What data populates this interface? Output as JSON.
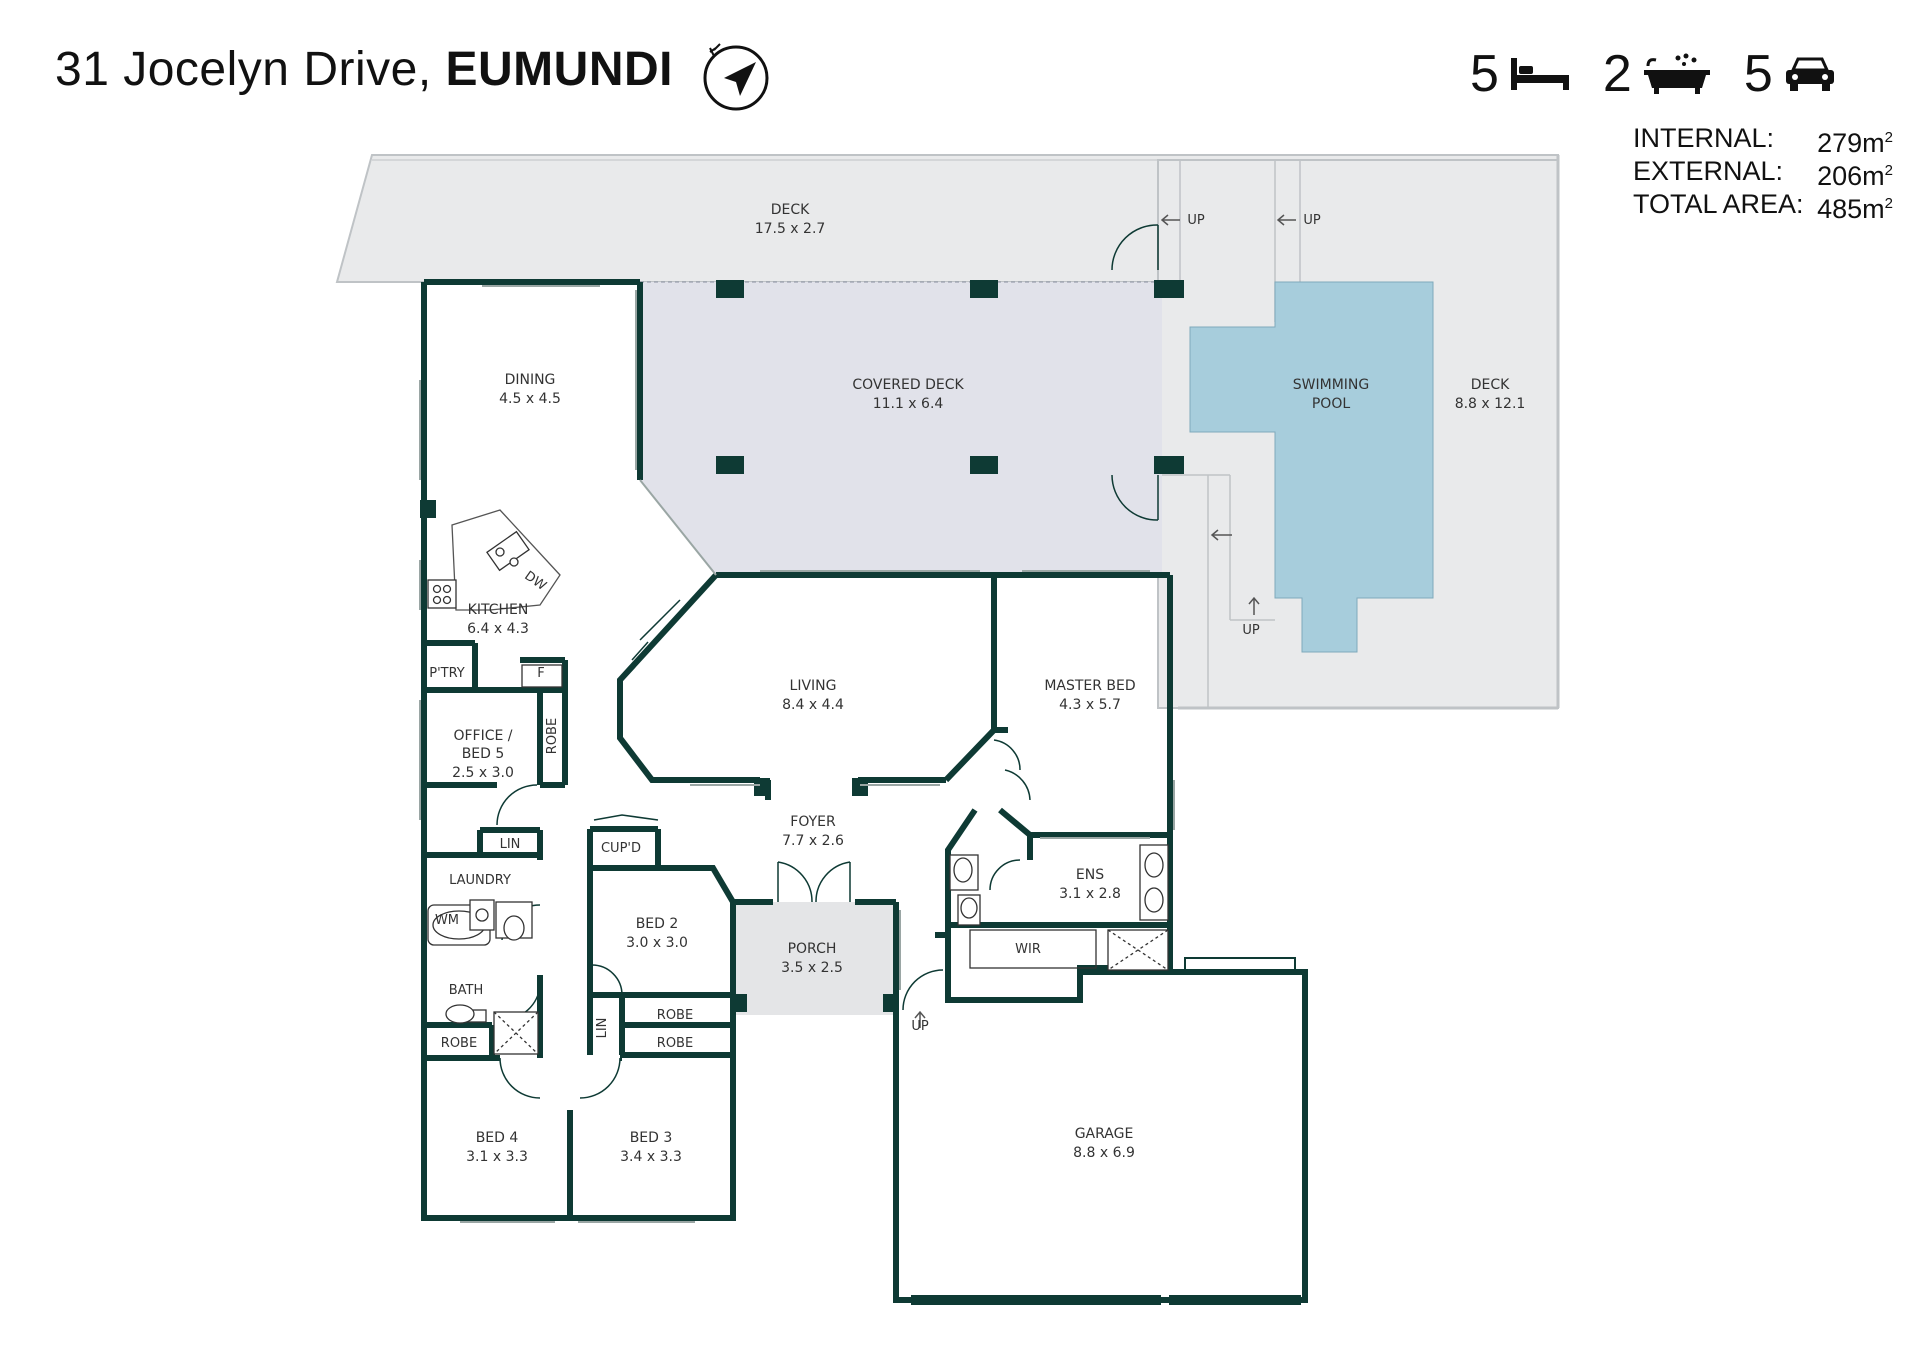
{
  "header": {
    "street": "31 Jocelyn Drive,",
    "suburb": "EUMUNDI"
  },
  "compass": {
    "icon": "north-arrow-icon"
  },
  "features": {
    "bedrooms": "5",
    "bathrooms": "2",
    "car_spaces": "5"
  },
  "areas": {
    "internal_label": "INTERNAL:",
    "internal_value": "279m",
    "external_label": "EXTERNAL:",
    "external_value": "206m",
    "total_label": "TOTAL AREA:",
    "total_value": "485m",
    "unit_power": "2"
  },
  "rooms": {
    "deck_top": {
      "name": "DECK",
      "size": "17.5 x 2.7"
    },
    "dining": {
      "name": "DINING",
      "size": "4.5 x 4.5"
    },
    "covered_deck": {
      "name": "COVERED DECK",
      "size": "11.1 x 6.4"
    },
    "pool": {
      "name_line1": "SWIMMING",
      "name_line2": "POOL"
    },
    "deck_right": {
      "name": "DECK",
      "size": "8.8 x 12.1"
    },
    "kitchen": {
      "name": "KITCHEN",
      "size": "6.4 x 4.3"
    },
    "pantry": {
      "name": "P'TRY"
    },
    "fridge": {
      "name": "F"
    },
    "dishwasher": {
      "name": "DW"
    },
    "living": {
      "name": "LIVING",
      "size": "8.4 x 4.4"
    },
    "master_bed": {
      "name": "MASTER BED",
      "size": "4.3 x 5.7"
    },
    "office": {
      "name_line1": "OFFICE /",
      "name_line2": "BED 5",
      "size": "2.5 x 3.0"
    },
    "office_robe": {
      "name": "ROBE"
    },
    "foyer": {
      "name": "FOYER",
      "size": "7.7 x 2.6"
    },
    "linen_1": {
      "name": "LIN"
    },
    "cupboard": {
      "name": "CUP'D"
    },
    "laundry": {
      "name": "LAUNDRY"
    },
    "washing_machine": {
      "name": "WM"
    },
    "bed2": {
      "name": "BED 2",
      "size": "3.0 x 3.0"
    },
    "porch": {
      "name": "PORCH",
      "size": "3.5 x 2.5"
    },
    "ensuite": {
      "name": "ENS",
      "size": "3.1 x 2.8"
    },
    "wir": {
      "name": "WIR"
    },
    "bath": {
      "name": "BATH"
    },
    "robe_bed4": {
      "name": "ROBE"
    },
    "linen_2": {
      "name": "LIN"
    },
    "robe_bed2": {
      "name": "ROBE"
    },
    "robe_bed3": {
      "name": "ROBE"
    },
    "bed4": {
      "name": "BED 4",
      "size": "3.1 x 3.3"
    },
    "bed3": {
      "name": "BED 3",
      "size": "3.4 x 3.3"
    },
    "garage": {
      "name": "GARAGE",
      "size": "8.8 x 6.9"
    }
  },
  "stairs": {
    "up_1": "UP",
    "up_2": "UP",
    "up_3": "UP",
    "up_4": "UP"
  },
  "colors": {
    "wall": "#0e3a34",
    "deck": "#e9eaeb",
    "covered_deck": "#e1e2ea",
    "pool": "#a7cddc",
    "porch": "#e4e5e7"
  }
}
